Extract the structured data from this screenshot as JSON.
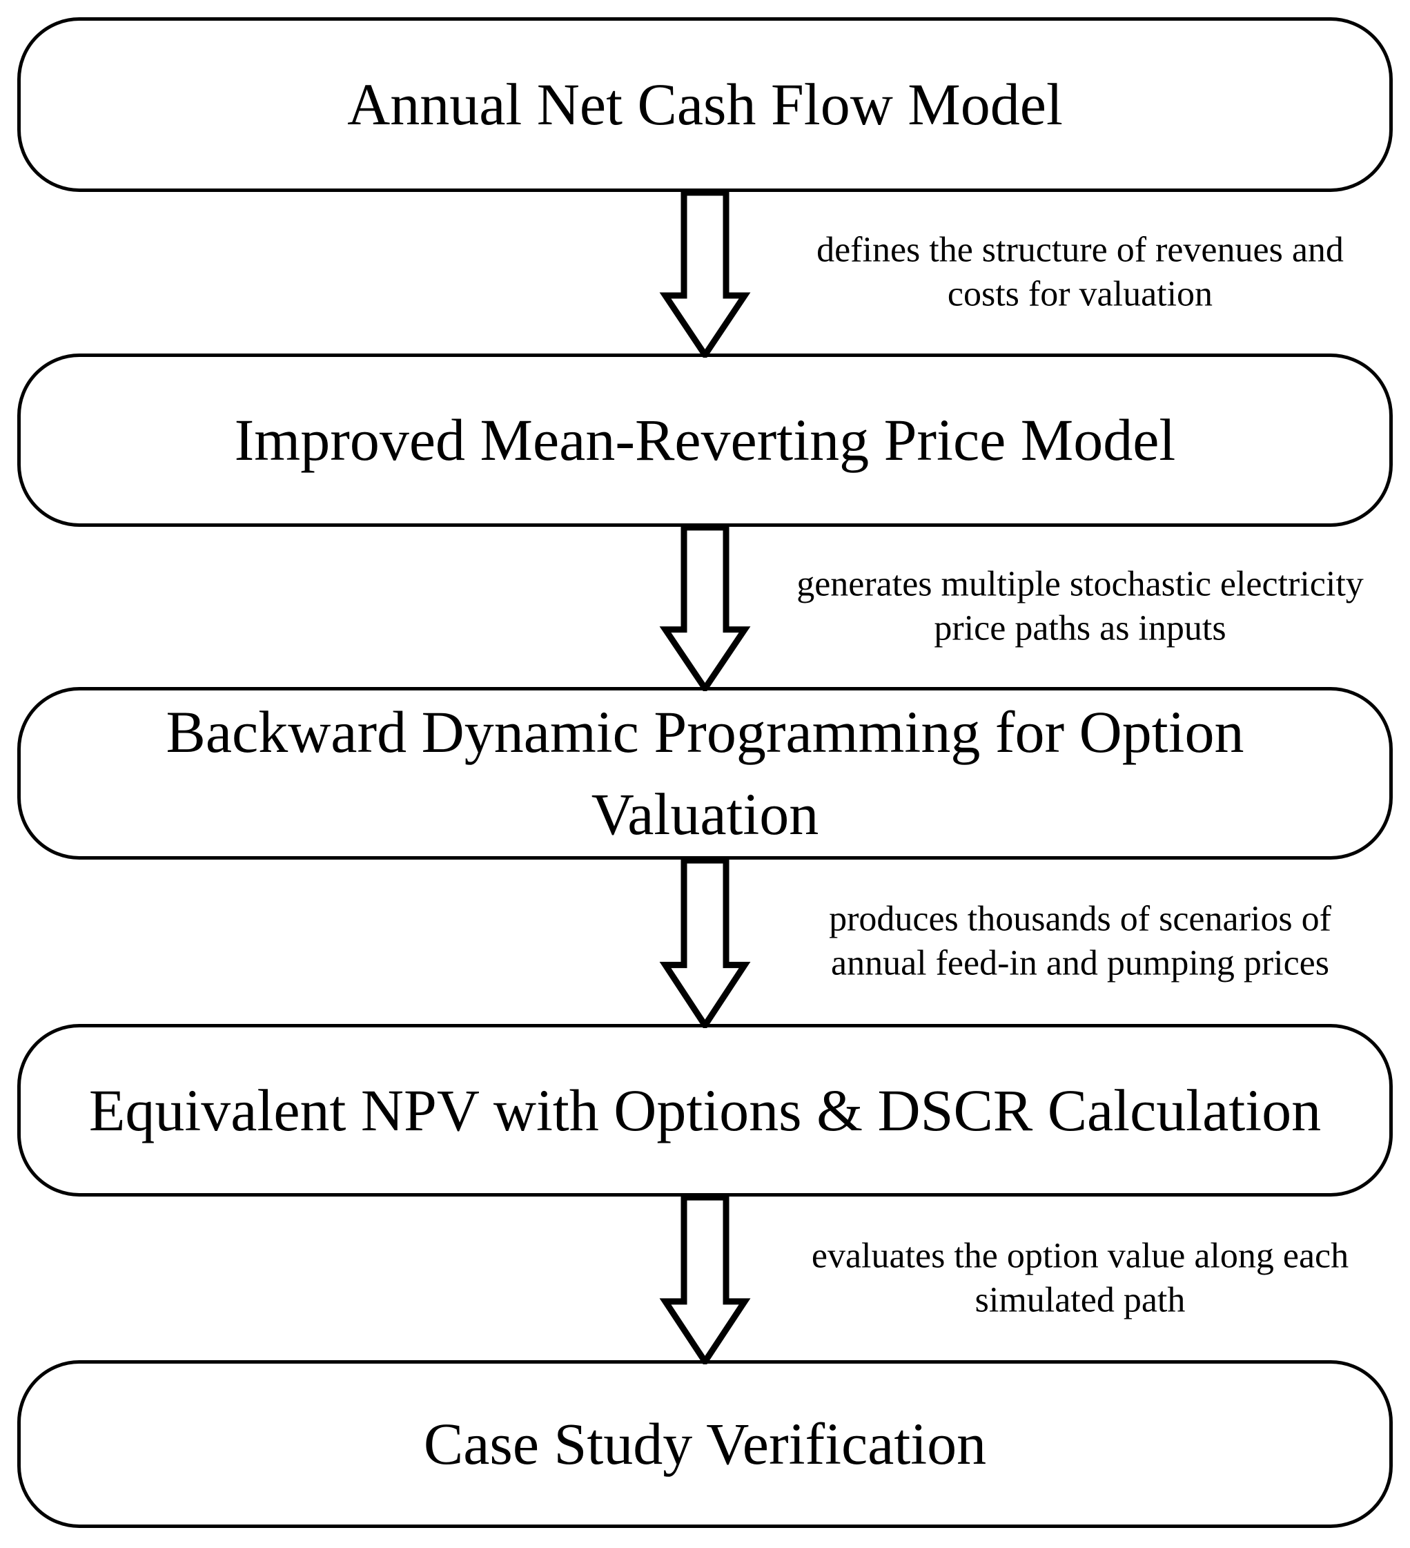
{
  "figure": {
    "type": "flowchart",
    "background": "#ffffff",
    "stroke_color": "#000000",
    "text_color": "#000000",
    "direction": "top-down"
  },
  "nodes": [
    {
      "label": "Annual Net Cash Flow Model"
    },
    {
      "label": "Improved Mean-Reverting Price Model"
    },
    {
      "label": "Backward Dynamic Programming for Option Valuation"
    },
    {
      "label": "Equivalent NPV with Options & DSCR Calculation"
    },
    {
      "label": "Case Study Verification"
    }
  ],
  "connectors": [
    {
      "line1": "defines the structure of revenues and",
      "line2": "costs for valuation"
    },
    {
      "line1": "generates multiple stochastic electricity",
      "line2": "price paths as inputs"
    },
    {
      "line1": "produces thousands of scenarios of",
      "line2": "annual feed-in and pumping prices"
    },
    {
      "line1": "evaluates the option value along each",
      "line2": "simulated path"
    }
  ]
}
